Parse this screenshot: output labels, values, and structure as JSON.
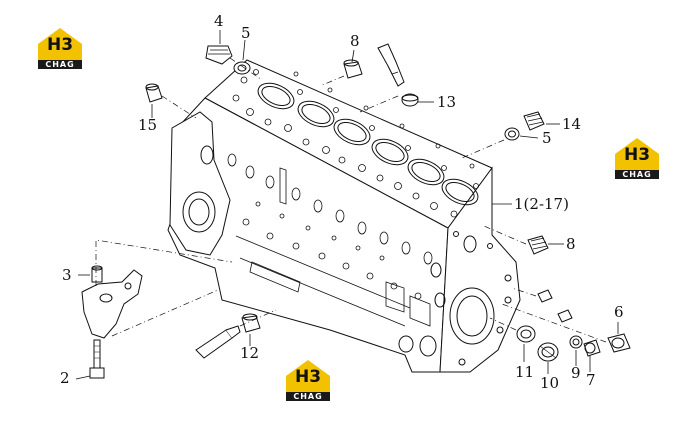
{
  "diagram": {
    "callouts": {
      "c1": "1(2-17)",
      "c2": "2",
      "c3": "3",
      "c4": "4",
      "c5a": "5",
      "c5b": "5",
      "c6": "6",
      "c7": "7",
      "c8a": "8",
      "c8b": "8",
      "c9": "9",
      "c10": "10",
      "c11": "11",
      "c12": "12",
      "c13": "13",
      "c14": "14",
      "c15": "15"
    },
    "logo": {
      "mark": "H3",
      "text": "CHAG",
      "colors": {
        "yellow": "#f2c200",
        "dark": "#1a1a1a"
      }
    }
  }
}
